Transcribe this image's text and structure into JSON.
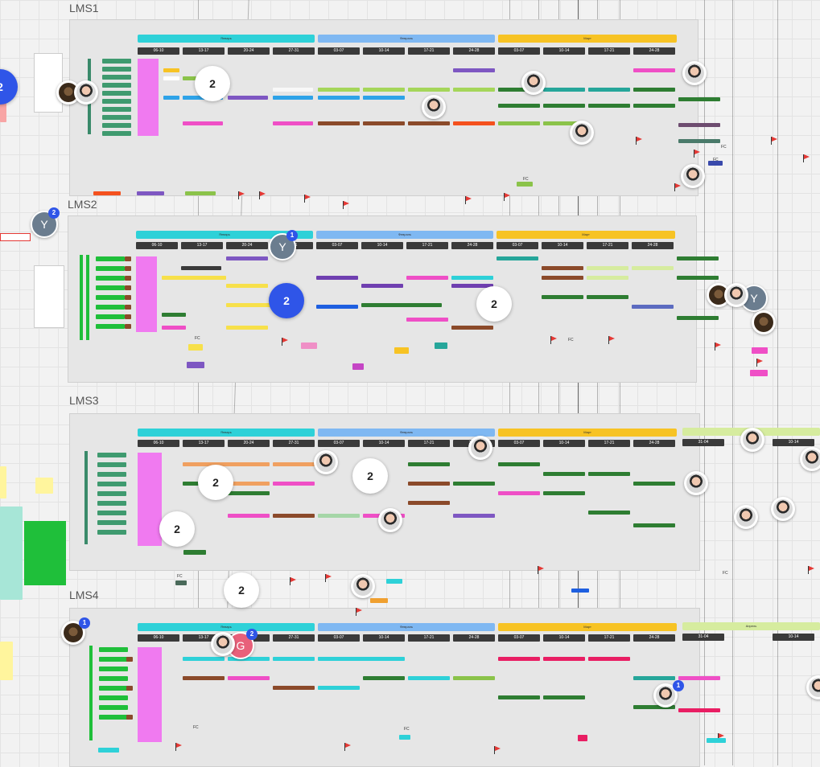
{
  "frames": [
    {
      "title": "LMS1",
      "months": [
        "Январь",
        "Февраль",
        "Март"
      ],
      "weeks": [
        "06-10",
        "13-17",
        "20-24",
        "27-31",
        "03-07",
        "10-14",
        "17-21",
        "24-28",
        "03-07",
        "10-14",
        "17-21",
        "24-28"
      ]
    },
    {
      "title": "LMS2",
      "months": [
        "Январь",
        "Февраль",
        "Март"
      ],
      "weeks": [
        "06-10",
        "13-17",
        "20-24",
        "27-31",
        "03-07",
        "10-14",
        "17-21",
        "24-28",
        "03-07",
        "10-14",
        "17-21",
        "24-28"
      ]
    },
    {
      "title": "LMS3",
      "months": [
        "Январь",
        "Февраль",
        "Март",
        "Апрель"
      ],
      "weeks": [
        "06-10",
        "13-17",
        "20-24",
        "27-31",
        "03-07",
        "10-14",
        "17-21",
        "24-28",
        "03-07",
        "10-14",
        "17-21",
        "24-28",
        "31-04",
        "10-14"
      ]
    },
    {
      "title": "LMS4",
      "months": [
        "Январь",
        "Февраль",
        "Март",
        "Апрель"
      ],
      "weeks": [
        "06-10",
        "13-17",
        "20-24",
        "27-31",
        "03-07",
        "10-14",
        "17-21",
        "24-28",
        "03-07",
        "10-14",
        "17-21",
        "24-28",
        "31-04",
        "10-14"
      ]
    }
  ],
  "clusters": {
    "count": "2"
  },
  "avatars": {
    "y_letter": "Y",
    "g_letter": "G",
    "badge_two": "2",
    "badge_one": "1"
  },
  "markers": {
    "fc": "FC"
  },
  "colors": {
    "teal": "#2ed1d8",
    "blue": "#7fb8f2",
    "yellow": "#f7c324",
    "green_light": "#d6ec9f",
    "pink": "#f07af0",
    "week": "#3a3a3a",
    "accent": "#2f55e8"
  }
}
